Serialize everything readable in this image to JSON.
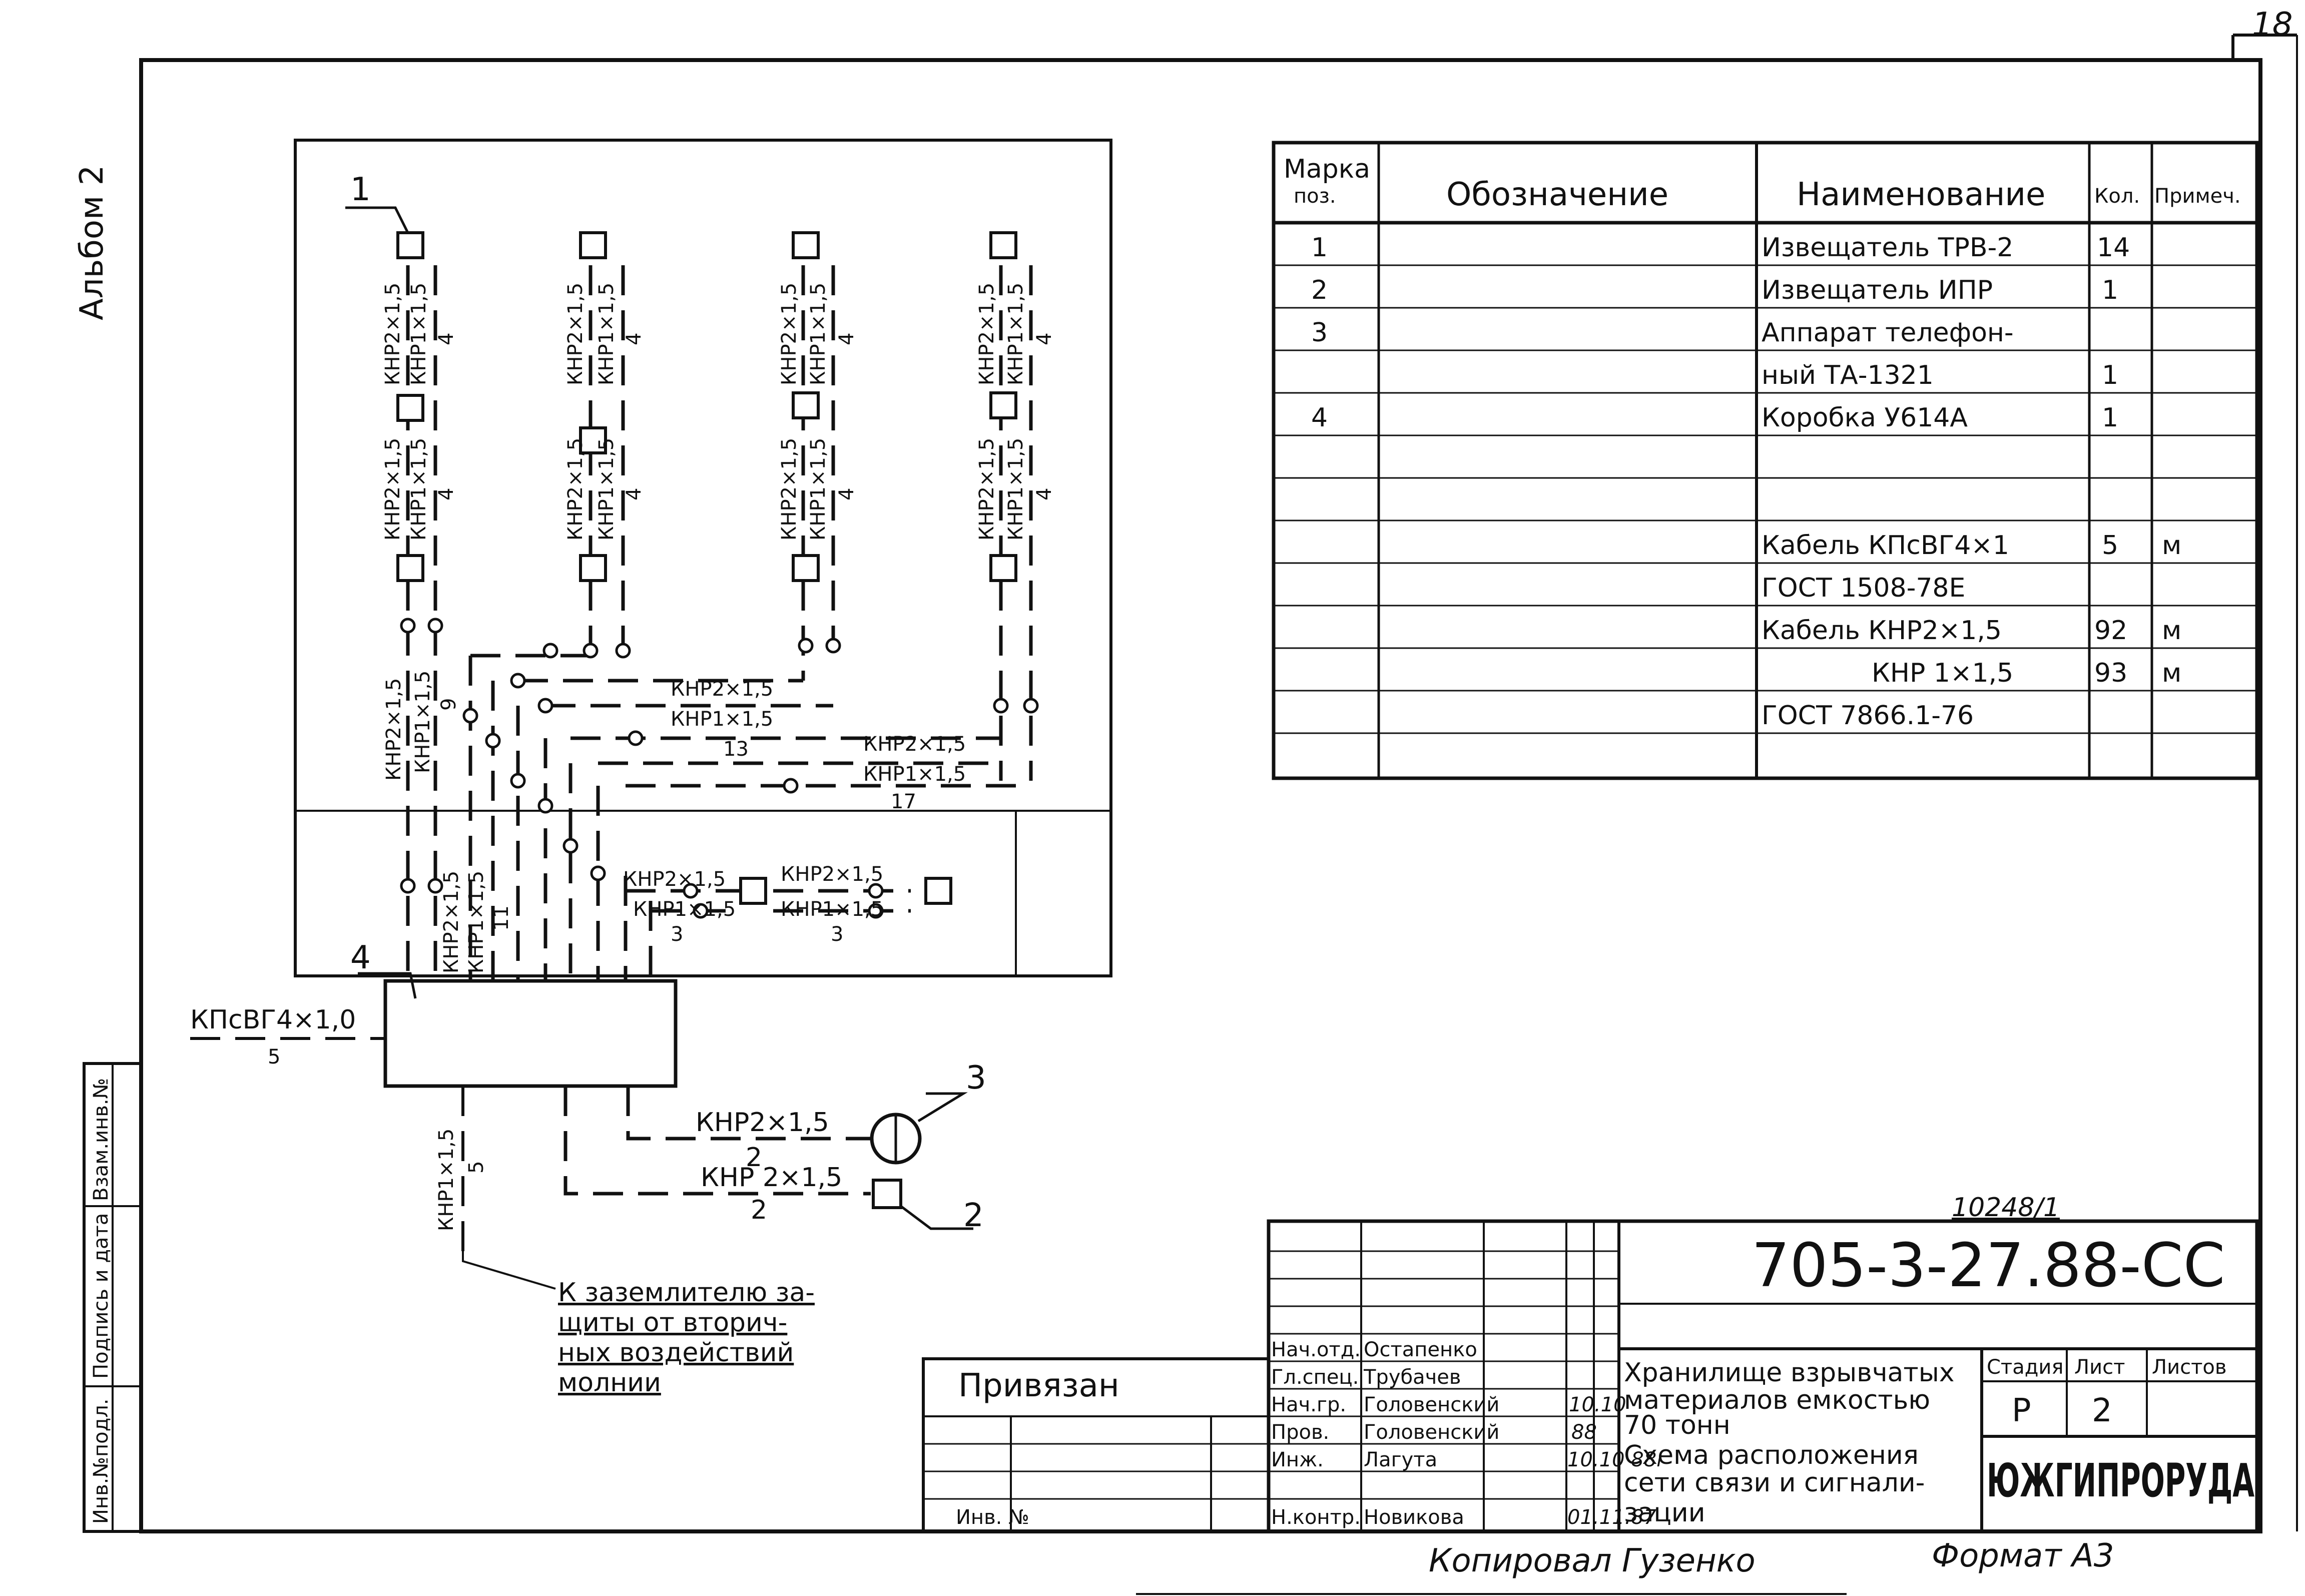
{
  "page_number": "18",
  "album_label": "Альбом 2",
  "spec_table": {
    "headers": {
      "mark": [
        "Марка",
        "поз."
      ],
      "designation": "Обозначение",
      "name": "Наименование",
      "qty": "Кол.",
      "note": "Примеч."
    },
    "rows": [
      {
        "mark": "1",
        "designation": "",
        "name": "Извещатель ТРВ-2",
        "qty": "14",
        "note": ""
      },
      {
        "mark": "2",
        "designation": "",
        "name": "Извещатель ИПР",
        "qty": "1",
        "note": ""
      },
      {
        "mark": "3",
        "designation": "",
        "name": "Аппарат телефон-",
        "qty": "",
        "note": ""
      },
      {
        "mark": "",
        "designation": "",
        "name": "ный ТА-1321",
        "qty": "1",
        "note": ""
      },
      {
        "mark": "4",
        "designation": "",
        "name": "Коробка У614А",
        "qty": "1",
        "note": ""
      },
      {
        "mark": "",
        "designation": "",
        "name": "",
        "qty": "",
        "note": ""
      },
      {
        "mark": "",
        "designation": "",
        "name": "",
        "qty": "",
        "note": ""
      },
      {
        "mark": "",
        "designation": "",
        "name": "Кабель КПсВГ4×1",
        "qty": "5",
        "note": "м"
      },
      {
        "mark": "",
        "designation": "",
        "name": "ГОСТ 1508-78Е",
        "qty": "",
        "note": ""
      },
      {
        "mark": "",
        "designation": "",
        "name": "Кабель КНР2×1,5",
        "qty": "92",
        "note": "м"
      },
      {
        "mark": "",
        "designation": "",
        "name": "КНР 1×1,5",
        "qty": "93",
        "note": "м"
      },
      {
        "mark": "",
        "designation": "",
        "name": "ГОСТ 7866.1-76",
        "qty": "",
        "note": ""
      },
      {
        "mark": "",
        "designation": "",
        "name": "",
        "qty": "",
        "note": ""
      }
    ]
  },
  "diagram": {
    "markers": {
      "m1": "1",
      "m2": "2",
      "m3": "3",
      "m4": "4"
    },
    "vert_labels": {
      "top": [
        "КНР2×1,5",
        "КНР1×1,5"
      ],
      "top_count": "4",
      "trunk_count": "9",
      "col_count": "11"
    },
    "horiz_labels": {
      "run1_top": "КНР2×1,5",
      "run1_bottom": "КНР1×1,5",
      "run1_count": "13",
      "run2_top": "КНР2×1,5",
      "run2_bottom": "КНР1×1,5",
      "run2_count": "17",
      "lower_a_top": "КНР2×1,5",
      "lower_a_bottom": "КНР1×1,5",
      "lower_a_count": "3",
      "lower_b_top": "КНР2×1,5",
      "lower_b_bottom": "КНР1×1,5",
      "lower_b_count": "3",
      "input_cable": "КПсВГ4×1,0",
      "input_count": "5",
      "phone_cable": "КНР2×1,5",
      "phone_count": "2",
      "manual_cable": "КНР 2×1,5",
      "manual_count": "2",
      "ground_cable": "КНР1×1,5",
      "ground_count": "5"
    },
    "ground_note": [
      "К заземлителю за-",
      "щиты от вторич-",
      "ных воздействий",
      "молнии"
    ]
  },
  "left_strip": [
    "Взам.инв.№",
    "Подпись и дата",
    "Инв.№подл."
  ],
  "title_block": {
    "doc_number_handwritten": "10248/1",
    "code": "705-3-27.88-СС",
    "roles": [
      "Нач.отд.",
      "Гл.спец.",
      "Нач.гр.",
      "Пров.",
      "Инж.",
      "Н.контр."
    ],
    "names": [
      "Остапенко",
      "Трубачев",
      "Головенский",
      "Головенский",
      "Лагута",
      "Новикова"
    ],
    "dates": [
      "",
      "",
      "10.10",
      "88",
      "10.10 88г",
      "01.11.87"
    ],
    "project_title": [
      "Хранилище взрывчатых",
      "материалов емкостью",
      "70 тонн"
    ],
    "sheet_title": [
      "Схема расположения",
      "сети связи и сигнали-",
      "зации"
    ],
    "stage_label": "Стадия",
    "sheet_label": "Лист",
    "sheets_label": "Листов",
    "stage": "Р",
    "sheet": "2",
    "sheets": "",
    "org": "ЮЖГИПРОРУДА",
    "tied_label": "Привязан",
    "inv_label": "Инв. №"
  },
  "footer": {
    "copied": "Копировал Гузенко",
    "format": "Формат А3"
  }
}
